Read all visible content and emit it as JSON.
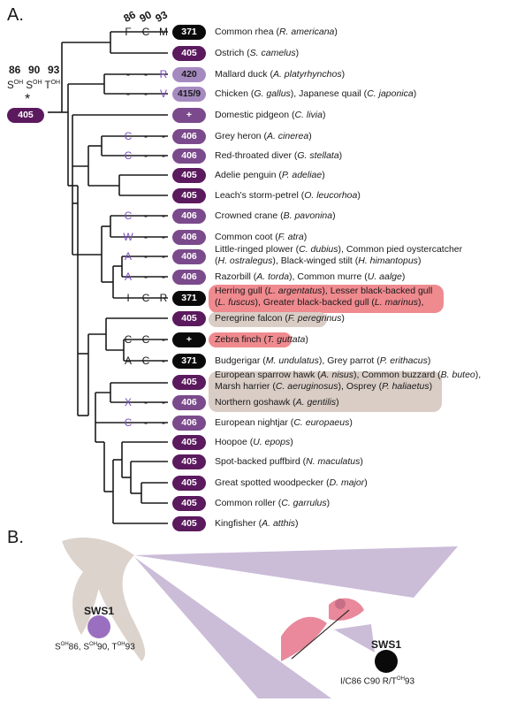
{
  "panel_a_label": "A.",
  "panel_b_label": "B.",
  "site_headers": [
    "86",
    "90",
    "93"
  ],
  "ancestral": {
    "headers": [
      "86",
      "90",
      "93"
    ],
    "residues": [
      "S",
      "S",
      "T"
    ],
    "superscript": "OH",
    "marker": "*",
    "value": "405"
  },
  "colors": {
    "dark_purple": "#5b1a5e",
    "mid_purple": "#7b4a8c",
    "light_purple": "#a58ac0",
    "violet_text": "#7b4fc0",
    "black": "#0a0a0a",
    "pink_highlight": "#ef8a8f",
    "taupe_highlight": "#d9cdc6",
    "sws_violet_circle": "#9b6fc0"
  },
  "rows": [
    {
      "sites": [
        "F",
        "C",
        "M"
      ],
      "value": "371",
      "pill": "black",
      "label": [
        "Common rhea (",
        "R. americana",
        ")"
      ]
    },
    {
      "sites": [
        "",
        "",
        ""
      ],
      "value": "405",
      "pill": "dark",
      "label": [
        "Ostrich (",
        "S. camelus",
        ")"
      ]
    },
    {
      "sites": [
        "-",
        "-",
        "R"
      ],
      "value": "420",
      "pill": "light",
      "label": [
        "Mallard duck (",
        "A. platyrhynchos",
        ")"
      ]
    },
    {
      "sites": [
        "-",
        "-",
        "V"
      ],
      "value": "415/9",
      "pill": "light",
      "label": [
        "Chicken (",
        "G. gallus",
        "), Japanese quail (",
        "C. japonica",
        ")"
      ]
    },
    {
      "sites": [
        "",
        "",
        ""
      ],
      "value": "+",
      "pill": "mid",
      "label": [
        "Domestic pidgeon (",
        "C. livia",
        ")"
      ]
    },
    {
      "sites": [
        "C",
        "-",
        "-"
      ],
      "value": "406",
      "pill": "mid",
      "label": [
        "Grey heron (",
        "A. cinerea",
        ")"
      ]
    },
    {
      "sites": [
        "C",
        "-",
        "-"
      ],
      "value": "406",
      "pill": "mid",
      "label": [
        "Red-throated diver (",
        "G. stellata",
        ")"
      ]
    },
    {
      "sites": [
        "",
        "",
        ""
      ],
      "value": "405",
      "pill": "dark",
      "label": [
        "Adelie penguin (",
        "P. adeliae",
        ")"
      ]
    },
    {
      "sites": [
        "",
        "",
        ""
      ],
      "value": "405",
      "pill": "dark",
      "label": [
        "Leach's storm-petrel (",
        "O. leucorhoa",
        ")"
      ]
    },
    {
      "sites": [
        "C",
        "-",
        "-"
      ],
      "value": "406",
      "pill": "mid",
      "label": [
        "Crowned crane (",
        "B. pavonina",
        ")"
      ]
    },
    {
      "sites": [
        "W",
        "-",
        "-"
      ],
      "value": "406",
      "pill": "mid",
      "label": [
        "Common coot (",
        "F. atra",
        ")"
      ]
    },
    {
      "sites": [
        "A",
        "-",
        "-"
      ],
      "value": "406",
      "pill": "mid",
      "label": [
        "Little-ringed plower (",
        "C. dubius",
        "), Common pied oystercatcher"
      ],
      "label2": [
        "(",
        "H. ostralegus",
        "), Black-winged stilt (",
        "H. himantopus",
        ")"
      ]
    },
    {
      "sites": [
        "A",
        "-",
        "-"
      ],
      "value": "406",
      "pill": "mid",
      "label": [
        "Razorbill (",
        "A. torda",
        "),  Common murre (",
        "U. aalge",
        ")"
      ]
    },
    {
      "sites": [
        "I",
        "C",
        "R"
      ],
      "value": "371",
      "pill": "black",
      "label": [
        "Herring gull (",
        "L. argentatus",
        "), Lesser black-backed gull"
      ],
      "label2": [
        "(",
        "L. fuscus",
        "), Greater black-backed gull (",
        "L. marinus",
        "),"
      ]
    },
    {
      "sites": [
        "",
        "",
        ""
      ],
      "value": "405",
      "pill": "dark",
      "label": [
        "Peregrine falcon (",
        "F. peregrinus",
        ")"
      ]
    },
    {
      "sites": [
        "C",
        "C",
        "-"
      ],
      "value": "+",
      "pill": "black",
      "label": [
        "Zebra finch (",
        "T. guttata",
        ")"
      ]
    },
    {
      "sites": [
        "A",
        "C",
        "-"
      ],
      "value": "371",
      "pill": "black",
      "label": [
        "Budgerigar (",
        "M. undulatus",
        "), Grey parrot (",
        "P. erithacus",
        ")"
      ]
    },
    {
      "sites": [
        "",
        "",
        ""
      ],
      "value": "405",
      "pill": "dark",
      "label": [
        "European sparrow hawk (",
        "A. nisus",
        "), Common buzzard (",
        "B. buteo",
        "),"
      ],
      "label2": [
        "Marsh harrier (",
        "C. aeruginosus",
        "), Osprey (",
        "P. haliaetus",
        ")"
      ]
    },
    {
      "sites": [
        "X",
        "-",
        "-"
      ],
      "value": "406",
      "pill": "mid",
      "label": [
        "Northern goshawk (",
        "A. gentilis",
        ")"
      ]
    },
    {
      "sites": [
        "C",
        "-",
        "-"
      ],
      "value": "406",
      "pill": "mid",
      "label": [
        "European nightjar (",
        "C. europaeus",
        ")"
      ]
    },
    {
      "sites": [
        "",
        "",
        ""
      ],
      "value": "405",
      "pill": "dark",
      "label": [
        "Hoopoe (",
        "U. epops",
        ")"
      ]
    },
    {
      "sites": [
        "",
        "",
        ""
      ],
      "value": "405",
      "pill": "dark",
      "label": [
        "Spot-backed puffbird (",
        "N. maculatus",
        ")"
      ]
    },
    {
      "sites": [
        "",
        "",
        ""
      ],
      "value": "405",
      "pill": "dark",
      "label": [
        "Great spotted woodpecker (",
        "D. major",
        ")"
      ]
    },
    {
      "sites": [
        "",
        "",
        ""
      ],
      "value": "405",
      "pill": "dark",
      "label": [
        "Common roller (",
        "C. garrulus",
        ")"
      ]
    },
    {
      "sites": [
        "",
        "",
        ""
      ],
      "value": "405",
      "pill": "dark",
      "label": [
        "Kingfisher (",
        "A. atthis",
        ")"
      ]
    }
  ],
  "panel_b": {
    "left": {
      "title": "SWS1",
      "caption_parts": [
        "S",
        "OH",
        "86, S",
        "OH",
        "90, T",
        "OH",
        "93"
      ]
    },
    "right": {
      "title": "SWS1",
      "caption_parts": [
        "I/C86 C90 R/T",
        "OH",
        "93"
      ]
    }
  }
}
